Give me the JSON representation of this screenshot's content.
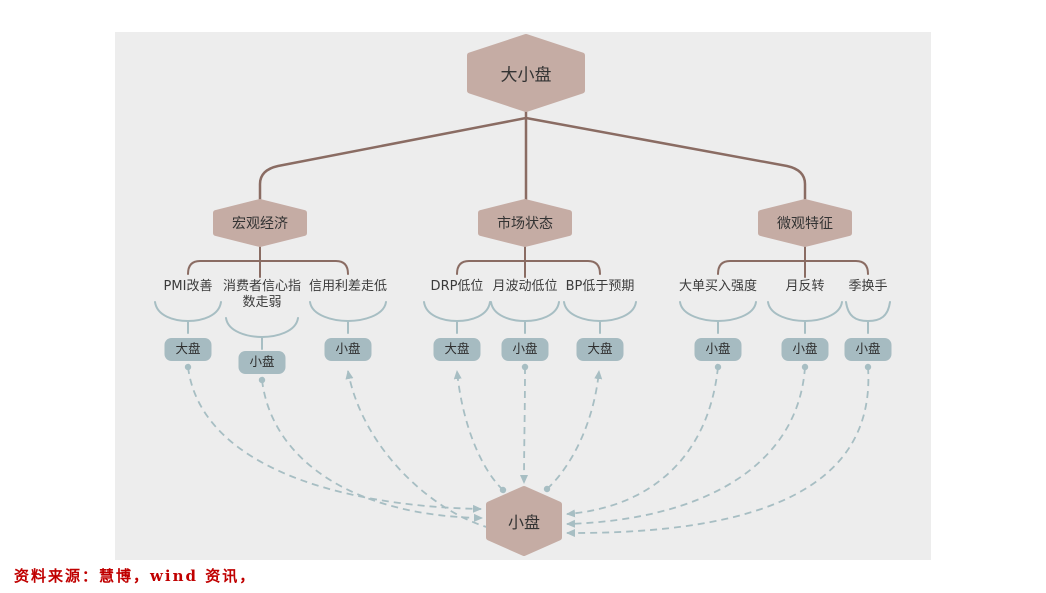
{
  "diagram": {
    "root": {
      "label": "大小盘"
    },
    "branches": [
      {
        "label": "宏观经济",
        "children": [
          {
            "label": "PMI改善",
            "leaf": "大盘",
            "flow": "leaf-to-hub"
          },
          {
            "label": "消费者信心指\n数走弱",
            "leaf": "小盘",
            "flow": "leaf-to-hub"
          },
          {
            "label": "信用利差走低",
            "leaf": "小盘",
            "flow": "hub-to-leaf"
          }
        ]
      },
      {
        "label": "市场状态",
        "children": [
          {
            "label": "DRP低位",
            "leaf": "大盘",
            "flow": "hub-to-leaf"
          },
          {
            "label": "月波动低位",
            "leaf": "小盘",
            "flow": "leaf-to-hub"
          },
          {
            "label": "BP低于预期",
            "leaf": "大盘",
            "flow": "hub-to-leaf"
          }
        ]
      },
      {
        "label": "微观特征",
        "children": [
          {
            "label": "大单买入强度",
            "leaf": "小盘",
            "flow": "leaf-to-hub"
          },
          {
            "label": "月反转",
            "leaf": "小盘",
            "flow": "leaf-to-hub"
          },
          {
            "label": "季换手",
            "leaf": "小盘",
            "flow": "leaf-to-hub"
          }
        ]
      }
    ],
    "hub": {
      "label": "小盘"
    }
  },
  "footer": {
    "source": "资料来源：慧博，wind 资讯，"
  },
  "colors": {
    "panel_bg": "#ededed",
    "node_fill": "#c5aca4",
    "leaf_fill": "#a6bbc1",
    "tree_line": "#8a6c63",
    "flow_line": "#a7bec3",
    "source_text": "#c00000"
  }
}
